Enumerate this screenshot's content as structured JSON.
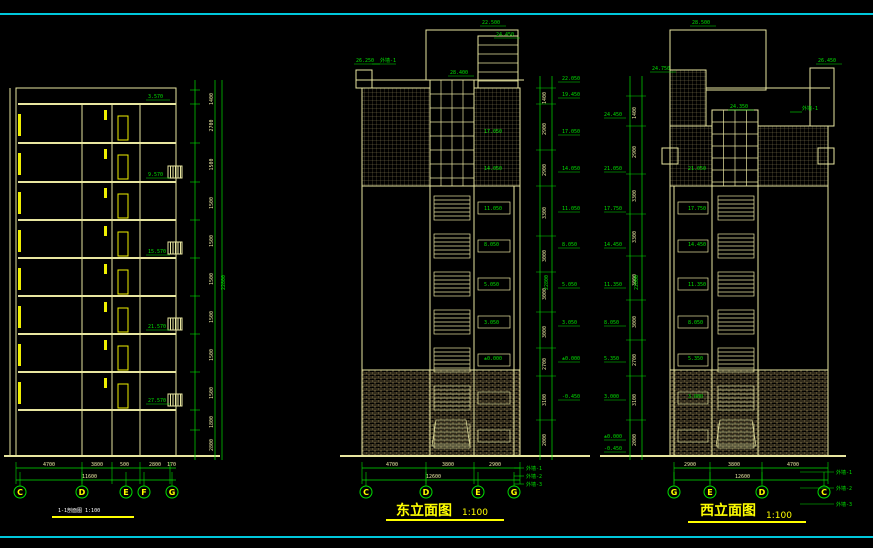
{
  "colors": {
    "background": "#000000",
    "frame": "#00c8dc",
    "outline": "#e8e6a0",
    "dimension": "#00e000",
    "axis_circle": "#00e000",
    "hatch": "#c8b070",
    "title_bar": "#ffff00",
    "label_white": "#ffffff"
  },
  "section": {
    "title": "1-1剖面图  1:100",
    "axes": [
      "C",
      "D",
      "E",
      "F",
      "G"
    ],
    "bottom_dims": [
      "4700",
      "3800",
      "500",
      "2800",
      "170"
    ],
    "total_dim": "11600",
    "level_labels": [
      "3.570",
      "9.570",
      "15.570",
      "21.570",
      "27.570"
    ],
    "side_dims": [
      "1400",
      "2700",
      "1500",
      "1500",
      "1500",
      "1500",
      "1500",
      "1500",
      "1500",
      "1800",
      "2800"
    ],
    "total_height": "22800"
  },
  "east_elevation": {
    "title": "东立面图",
    "scale": "1:100",
    "axes": [
      "C",
      "D",
      "E",
      "G"
    ],
    "bottom_dims": [
      "4700",
      "3800",
      "2900"
    ],
    "total_dim": "12600",
    "top_levels": [
      "22.500",
      "28.400",
      "26.250",
      "24.450"
    ],
    "levels": [
      "22.050",
      "19.450",
      "17.050",
      "14.050",
      "11.050",
      "8.050",
      "5.050",
      "3.050",
      "±0.000",
      "-0.450"
    ],
    "side_dims": [
      "1400",
      "2900",
      "2900",
      "3300",
      "3000",
      "3000",
      "3000",
      "2700",
      "3100",
      "2000"
    ],
    "total_height": "22800",
    "callouts": [
      "外墙-1",
      "外墙-2",
      "外墙-3"
    ]
  },
  "west_elevation": {
    "title": "西立面图",
    "scale": "1:100",
    "axes": [
      "G",
      "E",
      "D",
      "C"
    ],
    "bottom_dims": [
      "2900",
      "3800",
      "4700"
    ],
    "total_dim": "12600",
    "top_levels": [
      "28.500",
      "24.750",
      "24.350",
      "26.450"
    ],
    "levels": [
      "24.450",
      "21.050",
      "17.750",
      "14.450",
      "11.350",
      "8.050",
      "5.350",
      "3.000",
      "±0.000",
      "-0.450"
    ],
    "side_dims": [
      "1400",
      "2900",
      "3300",
      "3300",
      "3000",
      "3000",
      "2700",
      "3100",
      "2000"
    ],
    "total_height": "22800",
    "callouts": [
      "外墙-1",
      "外墙-2",
      "外墙-3"
    ]
  }
}
